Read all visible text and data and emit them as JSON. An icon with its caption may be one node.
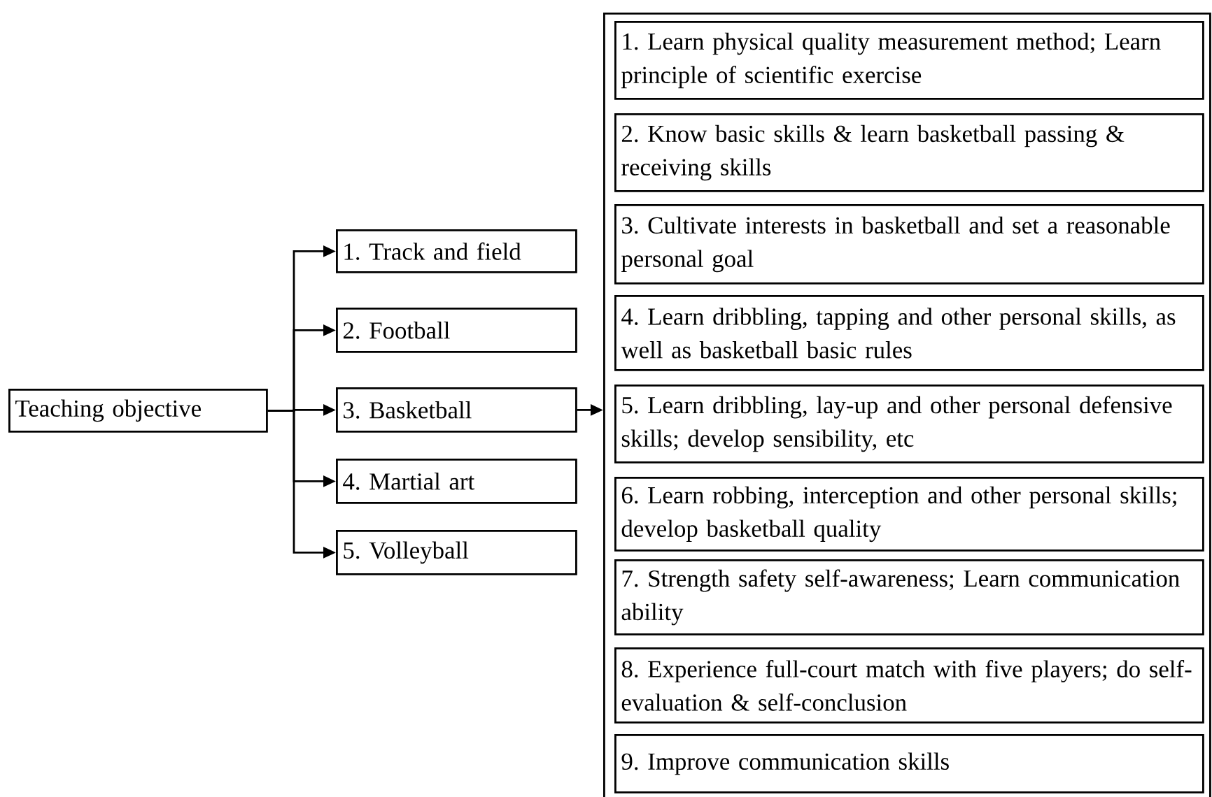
{
  "diagram": {
    "nodes": [
      {
        "text": [
          "Teaching objective"
        ]
      },
      {
        "text": [
          "1. Track and field"
        ]
      },
      {
        "text": [
          "2. Football"
        ]
      },
      {
        "text": [
          "3. Basketball"
        ]
      },
      {
        "text": [
          "4. Martial art"
        ]
      },
      {
        "text": [
          "5. Volleyball"
        ]
      },
      {
        "text": [],
        "shape": "box"
      },
      {
        "text": [
          "1. Learn physical quality measurement method; Learn principle of scientific exercise"
        ],
        "in": 6
      },
      {
        "text": [
          "2. Know basic skills & learn basketball passing & receiving skills"
        ],
        "in": 6
      },
      {
        "text": [
          "3. Cultivate interests in basketball and set a reasonable personal goal"
        ],
        "in": 6
      },
      {
        "text": [
          "4. Learn dribbling, tapping and other personal skills, as well as basketball basic rules"
        ],
        "in": 6
      },
      {
        "text": [
          "5. Learn dribbling, lay-up and other personal defensive skills; develop sensibility, etc"
        ],
        "in": 6
      },
      {
        "text": [
          "6. Learn robbing, interception and other personal skills; develop basketball quality"
        ],
        "in": 6
      },
      {
        "text": [
          "7. Strength safety self-awareness; Learn communication ability"
        ],
        "in": 6
      },
      {
        "text": [
          "8. Experience full-court match with five players; do self-evaluation & self-conclusion"
        ],
        "in": 6
      },
      {
        "text": [
          "9. Improve communication skills"
        ],
        "in": 6
      }
    ],
    "edges": [
      {
        "from": 0,
        "to": 1,
        "arrow": "to"
      },
      {
        "from": 0,
        "to": 2,
        "arrow": "to"
      },
      {
        "from": 0,
        "to": 3,
        "arrow": "to"
      },
      {
        "from": 0,
        "to": 4,
        "arrow": "to"
      },
      {
        "from": 0,
        "to": 5,
        "arrow": "to"
      },
      {
        "from": 3,
        "to": 6,
        "arrow": "to"
      }
    ]
  }
}
